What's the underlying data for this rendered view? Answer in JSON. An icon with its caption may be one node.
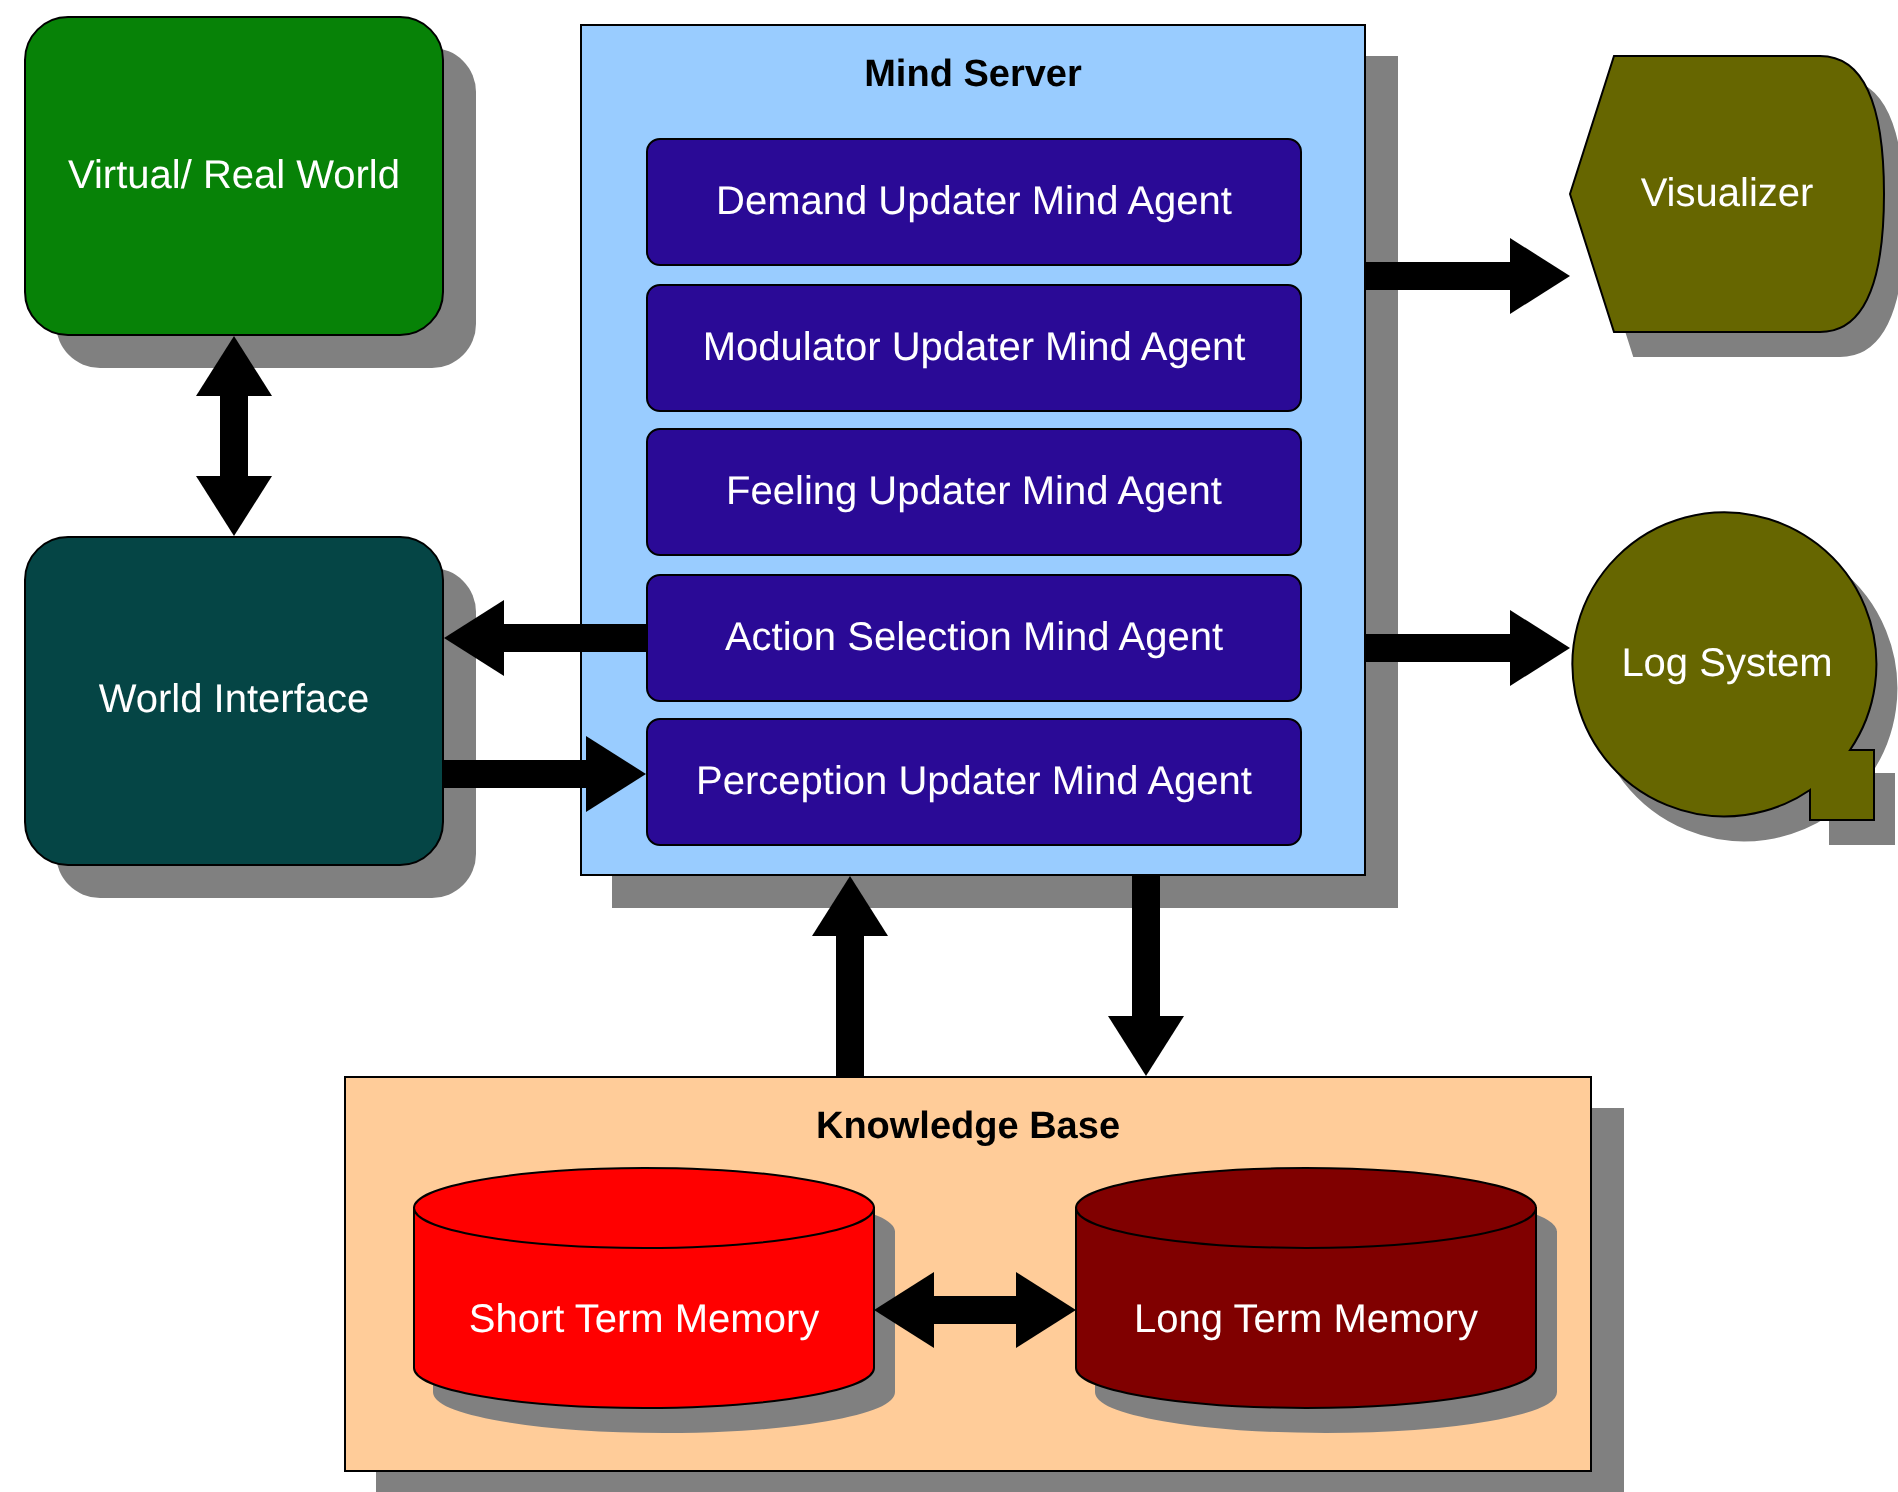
{
  "diagram": {
    "nodes": [
      {
        "text": [
          "Virtual/ Real World"
        ]
      },
      {
        "text": [
          "World Interface"
        ]
      },
      {
        "text": [
          "Mind Server"
        ]
      },
      {
        "text": [
          "Demand Updater Mind Agent"
        ],
        "in": 2
      },
      {
        "text": [
          "Modulator Updater Mind Agent"
        ],
        "in": 2
      },
      {
        "text": [
          "Feeling Updater Mind Agent"
        ],
        "in": 2
      },
      {
        "text": [
          "Action Selection Mind Agent"
        ],
        "in": 2
      },
      {
        "text": [
          "Perception Updater Mind Agent"
        ],
        "in": 2
      },
      {
        "text": [
          "Visualizer"
        ]
      },
      {
        "text": [
          "Log System"
        ]
      },
      {
        "text": [
          "Knowledge Base"
        ]
      },
      {
        "text": [
          "Short Term Memory"
        ],
        "in": 10
      },
      {
        "text": [
          "Long Term Memory"
        ],
        "in": 10
      }
    ],
    "edges": [
      {
        "from": 0,
        "to": 1,
        "arrow": "both"
      },
      {
        "from": 6,
        "to": 1,
        "arrow": "to"
      },
      {
        "from": 1,
        "to": 7,
        "arrow": "to"
      },
      {
        "from": 2,
        "to": 8,
        "arrow": "to"
      },
      {
        "from": 2,
        "to": 9,
        "arrow": "to"
      },
      {
        "from": 10,
        "to": 2,
        "arrow": "to"
      },
      {
        "from": 2,
        "to": 10,
        "arrow": "to"
      },
      {
        "from": 11,
        "to": 12,
        "arrow": "both"
      }
    ]
  }
}
